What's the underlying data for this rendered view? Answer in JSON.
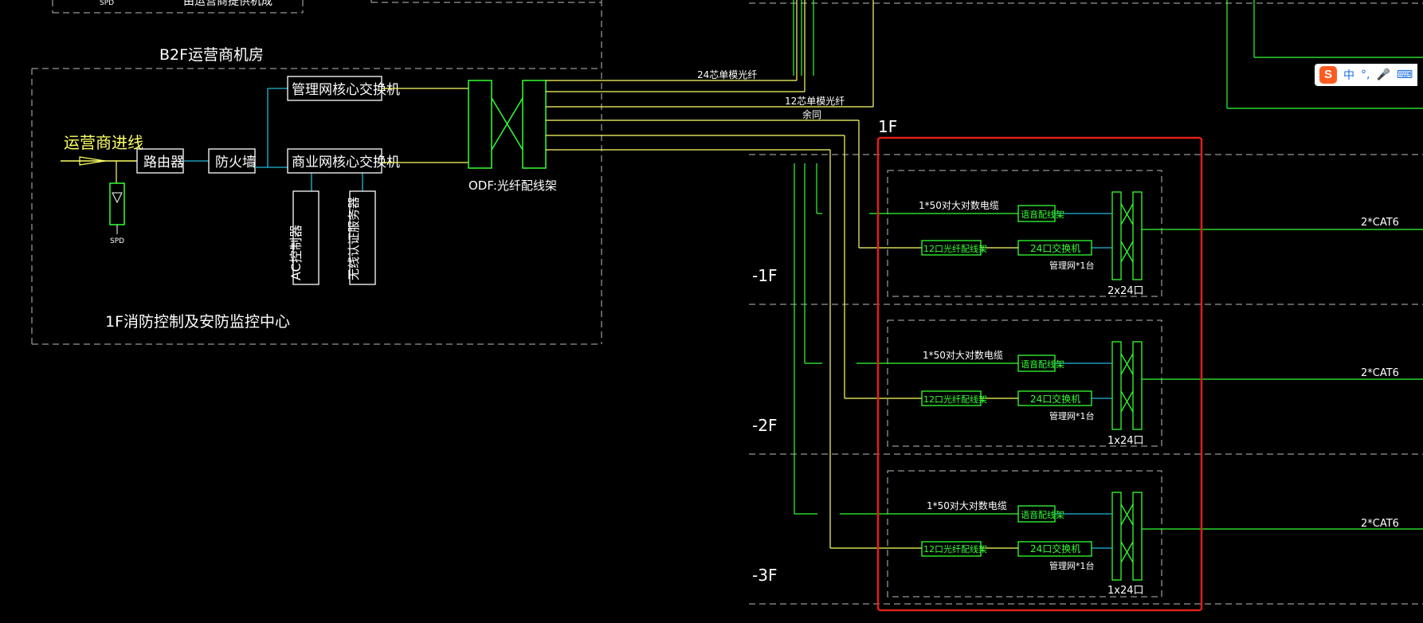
{
  "top_partial_label": "由运营商提供机成",
  "top_spd_label": "SPD",
  "rooms": {
    "b2f": "B2F运营商机房",
    "fire_control": "1F消防控制及安防监控中心"
  },
  "devices": {
    "carrier_in": "运营商进线",
    "router": "路由器",
    "firewall": "防火墙",
    "mgmt_core_switch": "管理网核心交换机",
    "biz_core_switch": "商业网核心交换机",
    "ac_controller": "AC控制器",
    "wireless_auth_server": "无线认证服务器",
    "spd": "SPD",
    "odf": "ODF:光纤配线架"
  },
  "cables": {
    "fiber_24": "24芯单模光纤",
    "fiber_12": "12芯单模光纤",
    "spare": "余同"
  },
  "floors": [
    {
      "label": "1F",
      "cable": "1*50对大对数电缆",
      "voice_panel": "语音配线架",
      "fiber_panel": "12口光纤配线架",
      "switch": "24口交换机",
      "mgmt_count": "管理网*1台",
      "patch_label": "2x24口",
      "out_label": "2*CAT6"
    },
    {
      "label": "-1F",
      "cable": "1*50对大对数电缆",
      "voice_panel": "语音配线架",
      "fiber_panel": "12口光纤配线架",
      "switch": "24口交换机",
      "mgmt_count": "管理网*1台",
      "patch_label": "1x24口",
      "out_label": "2*CAT6"
    },
    {
      "label": "-2F",
      "cable": "1*50对大对数电缆",
      "voice_panel": "语音配线架",
      "fiber_panel": "12口光纤配线架",
      "switch": "24口交换机",
      "mgmt_count": "管理网*1台",
      "patch_label": "1x24口",
      "out_label": "2*CAT6"
    },
    {
      "label": "-3F"
    }
  ],
  "ime": {
    "icon": "sogou-icon",
    "mode": "中",
    "punct": "°,",
    "mic": "🎤",
    "kbd": "⌨"
  },
  "colors": {
    "background": "#000000",
    "line_white": "#ffffff",
    "line_yellow": "#ffff66",
    "line_green": "#33ff33",
    "line_cyan": "#22b8d8",
    "highlight": "#e0201c"
  }
}
